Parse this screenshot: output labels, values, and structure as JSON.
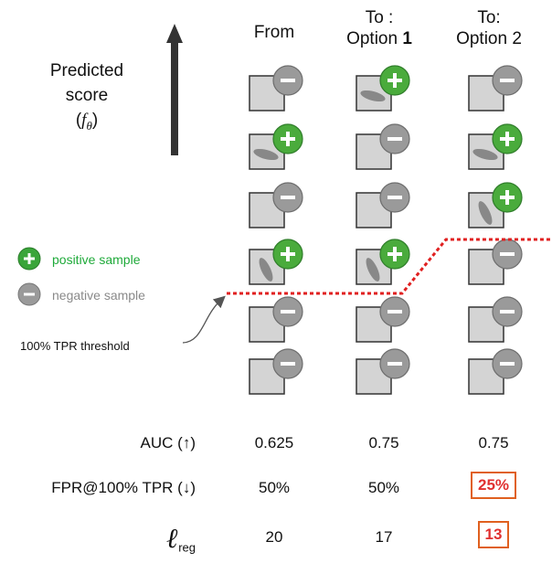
{
  "header": {
    "col1": "From",
    "col2_line1": "To :",
    "col2_line2": "Option ",
    "col2_bold": "1",
    "col3_line1": "To:",
    "col3_line2": "Option 2"
  },
  "axis": {
    "line1": "Predicted",
    "line2": "score",
    "symbol": "f",
    "subscript": "θ"
  },
  "legend": {
    "positive": "positive sample",
    "negative": "negative sample",
    "positive_color": "#1faa3a",
    "negative_color": "#8a8a8a"
  },
  "threshold_label": "100% TPR threshold",
  "threshold_color": "#e02020",
  "columns": [
    {
      "samples": [
        "negative",
        "positive",
        "negative",
        "positive",
        "negative",
        "negative"
      ]
    },
    {
      "samples": [
        "positive",
        "negative",
        "negative",
        "positive",
        "negative",
        "negative"
      ]
    },
    {
      "samples": [
        "negative",
        "positive",
        "positive",
        "negative",
        "negative",
        "negative"
      ]
    }
  ],
  "metrics": {
    "auc_label": "AUC (↑)",
    "auc": [
      "0.625",
      "0.75",
      "0.75"
    ],
    "fpr_label": "FPR@100% TPR (↓)",
    "fpr": [
      "50%",
      "50%",
      "25%"
    ],
    "reg_symbol": "ℓ",
    "reg_sub": "reg",
    "reg": [
      "20",
      "17",
      "13"
    ]
  }
}
